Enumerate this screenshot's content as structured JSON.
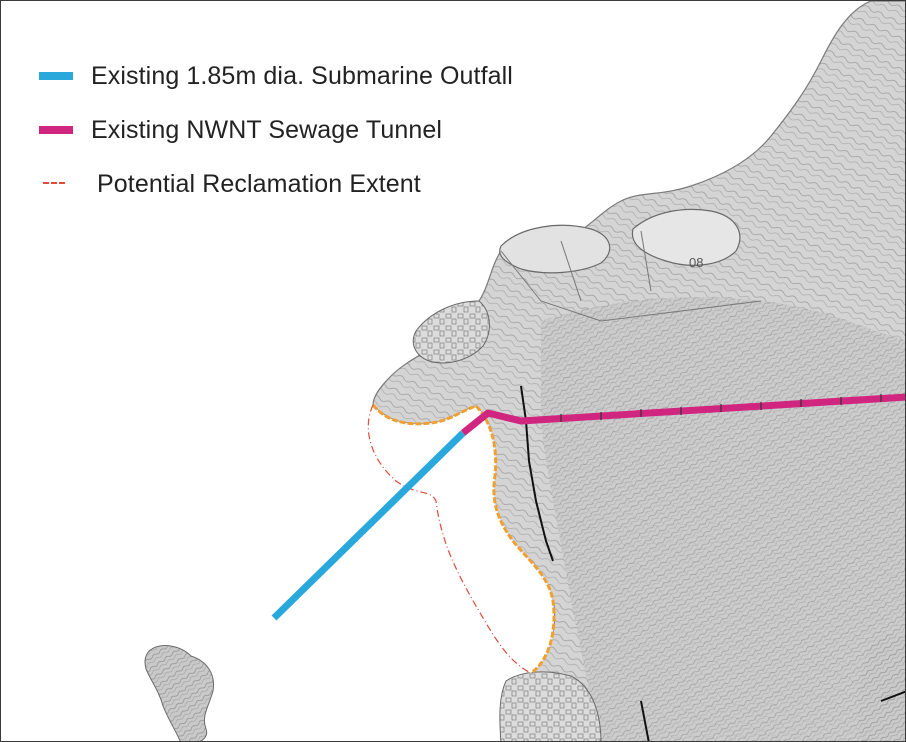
{
  "legend": {
    "items": [
      {
        "label": "Existing 1.85m dia. Submarine Outfall",
        "color": "#29a8dc",
        "style": "solid"
      },
      {
        "label": "Existing NWNT Sewage Tunnel",
        "color": "#d02680",
        "style": "solid"
      },
      {
        "label": "Potential Reclamation Extent",
        "color": "#e04b3a",
        "style": "dash-dot"
      }
    ]
  },
  "map": {
    "land_color": "#cfcfcf",
    "land_detail_color": "#8c8c8c",
    "water_color": "#ffffff",
    "reclamation_fill": "#ffffff",
    "reclamation_shore_color": "#f0a030",
    "map_label": "08"
  }
}
